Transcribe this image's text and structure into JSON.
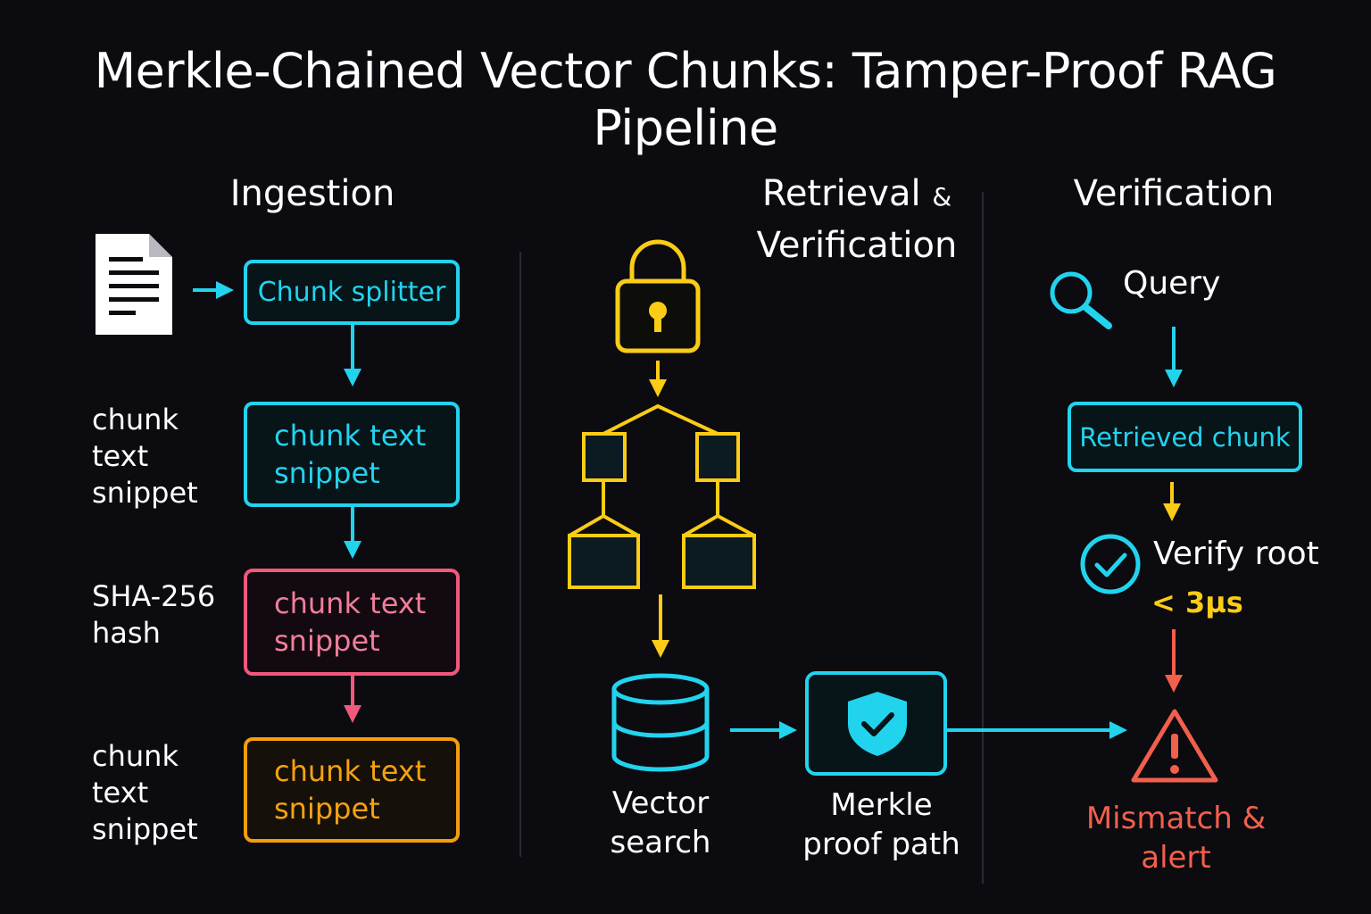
{
  "title": "Merkle-Chained Vector Chunks: Tamper-Proof RAG Pipeline",
  "columns": {
    "ingestion": "Ingestion",
    "retrieval_line1": "Retrieval",
    "retrieval_amp": "&",
    "retrieval_line2": "Verification",
    "verification": "Verification"
  },
  "ingestion": {
    "splitter": "Chunk splitter",
    "side_labels": [
      "chunk text snippet",
      "SHA-256 hash",
      "chunk text snippet"
    ],
    "boxes": [
      "chunk text snippet",
      "chunk text snippet",
      "chunk text snippet"
    ]
  },
  "retrieval": {
    "vector_search": "Vector search",
    "merkle_proof": "Merkle proof path"
  },
  "verification": {
    "query": "Query",
    "retrieved_chunk": "Retrieved chunk",
    "verify_root": "Verify root",
    "latency": "< 3µs",
    "alert": "Mismatch & alert"
  },
  "colors": {
    "cyan": "#22d3ee",
    "yellow": "#facc15",
    "pink": "#f0587c",
    "orange": "#f59e0b",
    "red": "#f25f4c",
    "background": "#0b0b10"
  },
  "icons": [
    "document-icon",
    "lock-icon",
    "merkle-tree-icon",
    "database-icon",
    "shield-check-icon",
    "search-icon",
    "check-circle-icon",
    "warning-icon"
  ]
}
